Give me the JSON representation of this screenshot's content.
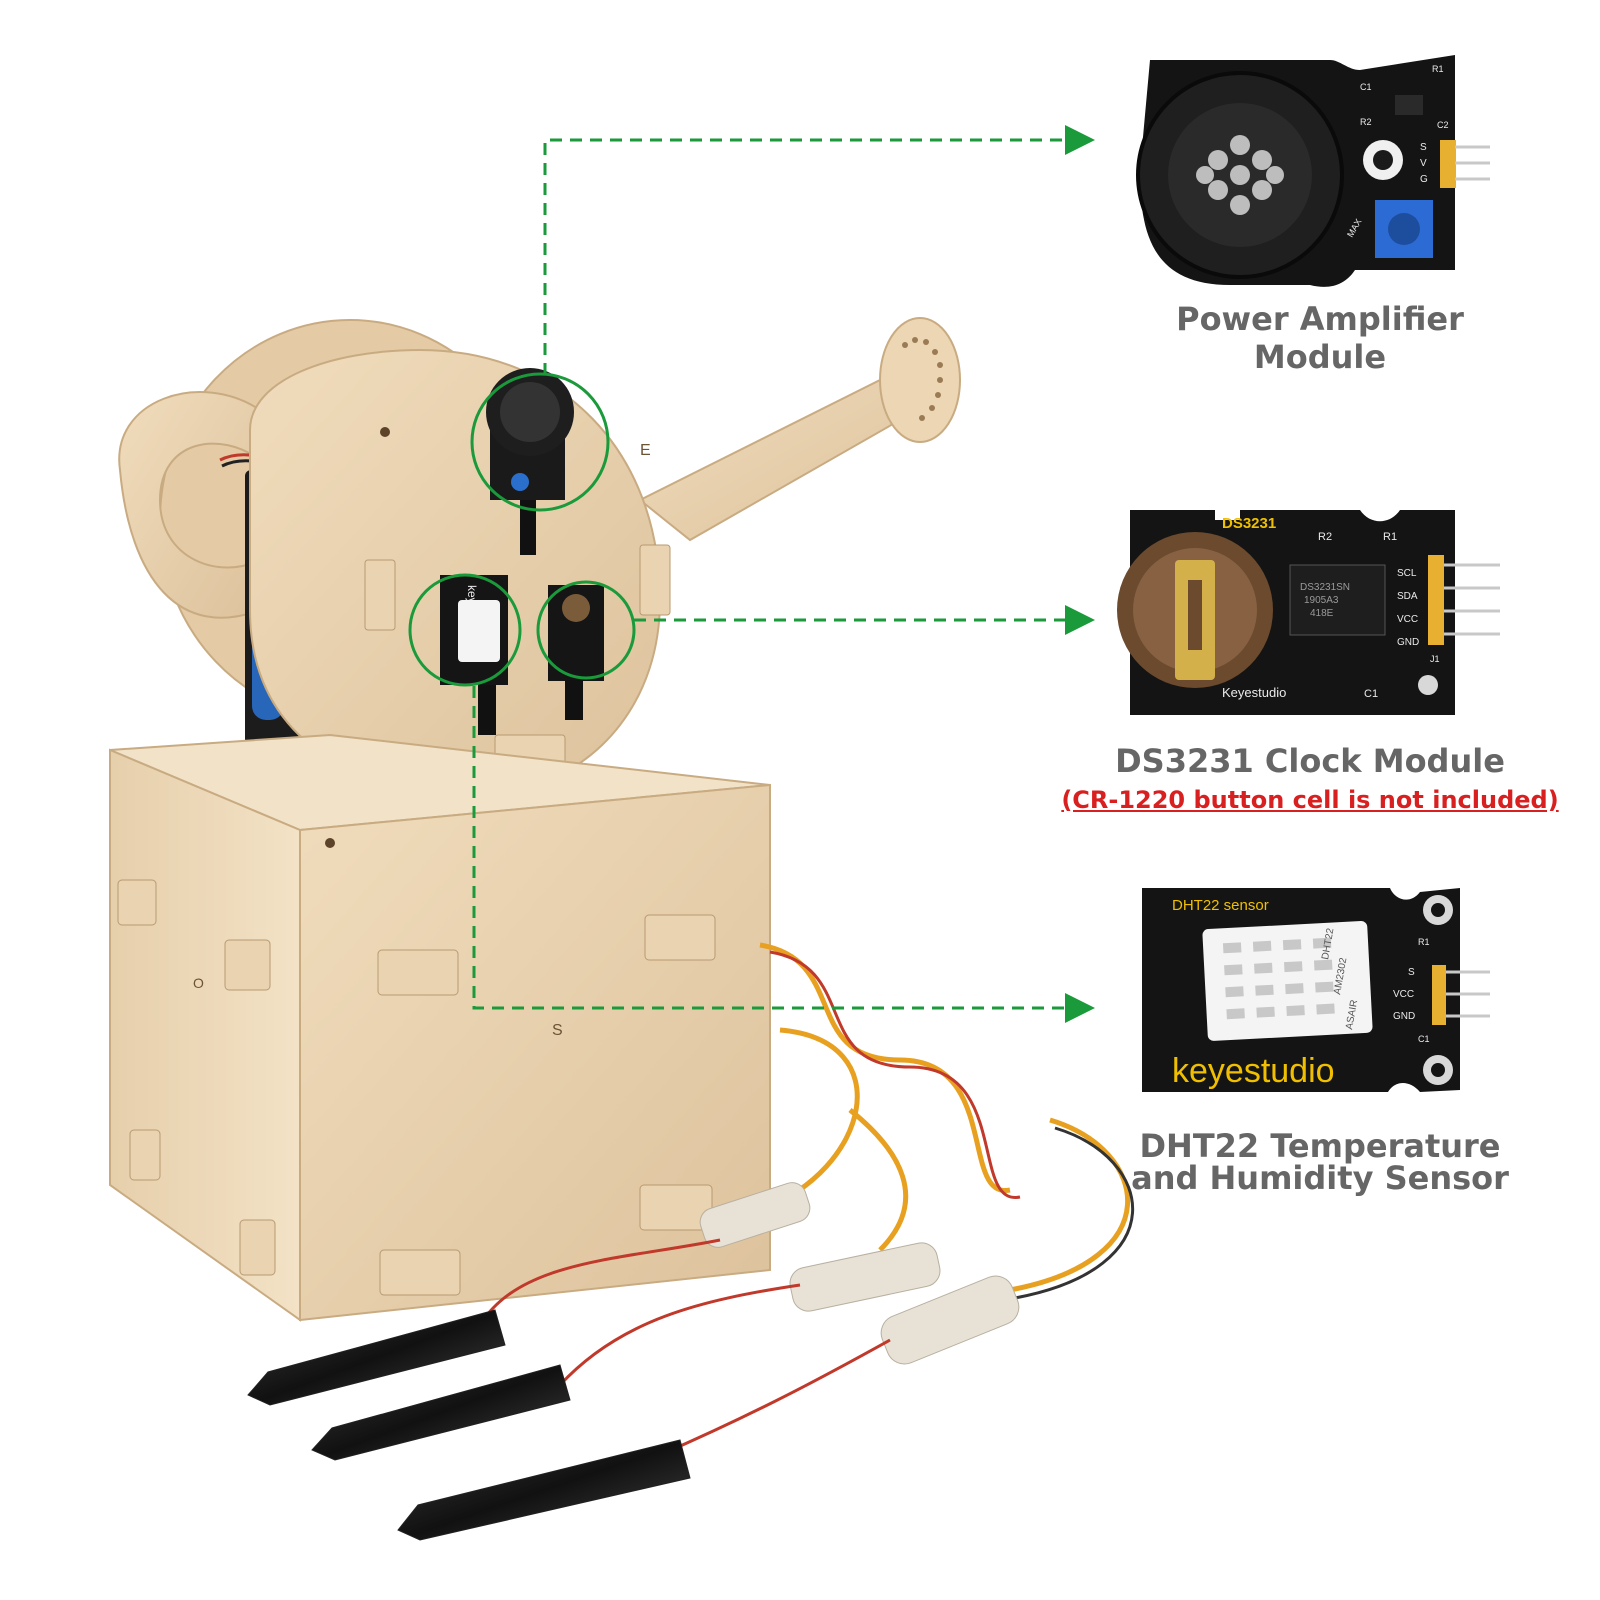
{
  "labels": {
    "power_amplifier": "Power Amplifier Module",
    "ds3231_title": "DS3231 Clock Module",
    "ds3231_note": "(CR-1220 button cell is not included)",
    "dht22_line1": "DHT22 Temperature",
    "dht22_line2": "and Humidity Sensor"
  },
  "boards": {
    "speaker": {
      "pins": [
        "S",
        "V",
        "G"
      ],
      "silk": [
        "R1",
        "R2",
        "C1",
        "C2",
        "MAX"
      ]
    },
    "ds3231": {
      "title": "DS3231",
      "brand": "Keyestudio",
      "chip": [
        "DS3231SN",
        "1905A3",
        "418E"
      ],
      "pins": [
        "SCL",
        "SDA",
        "VCC",
        "GND"
      ],
      "silk": [
        "R2",
        "R1",
        "C1",
        "J1"
      ]
    },
    "dht22": {
      "title": "DHT22 sensor",
      "brand": "keyestudio",
      "sensor_text": [
        "ASAIR",
        "AM2302",
        "DHT22"
      ],
      "pins": [
        "S",
        "VCC",
        "GND"
      ],
      "silk": [
        "R1",
        "C1"
      ]
    }
  },
  "kit_marks": {
    "e": "E",
    "o": "O",
    "s": "S",
    "board_brand": "keyestudio"
  },
  "colors": {
    "arrow_green": "#1a9a3a",
    "wood": "#e8d2b0",
    "pcb": "#141414",
    "note_red": "#d92020",
    "label_gray": "#666666"
  }
}
